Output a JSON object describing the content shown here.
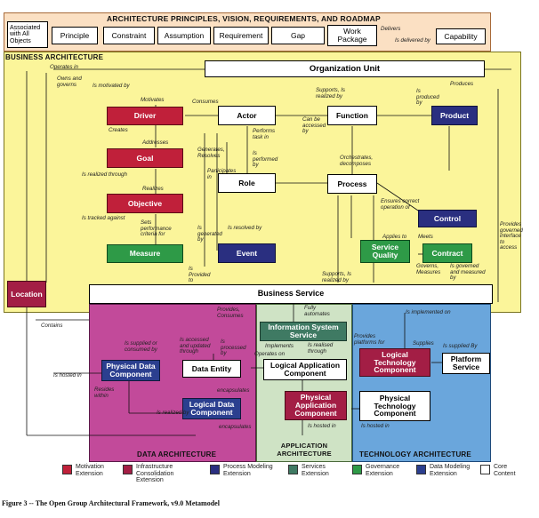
{
  "header": {
    "title": "ARCHITECTURE PRINCIPLES, VISION, REQUIREMENTS, AND ROADMAP",
    "assoc": "Associated with All Objects",
    "items": [
      "Principle",
      "Constraint",
      "Assumption",
      "Requirement",
      "Gap",
      "Work Package"
    ],
    "delivers": "Delivers",
    "delivered_by": "Is delivered by",
    "capability": "Capability"
  },
  "business": {
    "title": "BUSINESS ARCHITECTURE",
    "org_unit": "Organization Unit",
    "driver": "Driver",
    "goal": "Goal",
    "objective": "Objective",
    "measure": "Measure",
    "actor": "Actor",
    "function": "Function",
    "product": "Product",
    "role": "Role",
    "process": "Process",
    "event": "Event",
    "control": "Control",
    "service_quality": "Service Quality",
    "contract": "Contract",
    "business_service": "Business Service",
    "location": "Location"
  },
  "data_arch": {
    "title": "DATA ARCHITECTURE",
    "physical_data": "Physical Data Component",
    "data_entity": "Data Entity",
    "logical_data": "Logical Data Component"
  },
  "app_arch": {
    "title": "APPLICATION ARCHITECTURE",
    "info_system": "Information System Service",
    "logical_app": "Logical Application Component",
    "physical_app": "Physical Application Component"
  },
  "tech_arch": {
    "title": "TECHNOLOGY ARCHITECTURE",
    "logical_tech": "Logical Technology Component",
    "platform": "Platform Service",
    "physical_tech": "Physical Technology Component"
  },
  "labels": {
    "operates_in": "Operates in",
    "owns_governs": "Owns and governs",
    "motivated_by": "Is motivated by",
    "motivates": "Motivates",
    "creates": "Creates",
    "addresses": "Addresses",
    "realized_through": "Is realized through",
    "realizes": "Realizes",
    "tracked_against": "Is tracked against",
    "sets_perf": "Sets performance criteria for",
    "contains": "Contains",
    "consumes": "Consumes",
    "generates_resolves": "Generates, Resolves",
    "participates_in": "Participates in",
    "performs_task": "Performs task in",
    "is_performed_by": "Is performed by",
    "can_be_accessed_by": "Can be accessed by",
    "supports_realized": "Supports, Is realized by",
    "orchestrates": "Orchestrates, decomposes",
    "produces": "Produces",
    "is_produced_by": "Is produced by",
    "ensures": "Ensures correct operation of",
    "applies_to": "Applies to",
    "meets": "Meets",
    "governs": "Governs, Measures",
    "governed_by": "Is governed and measured by",
    "resolved_by": "Is resolved by",
    "provided_to": "Is Provided to",
    "is_generated_by": "Is generated by",
    "supports": "Supports, Is realized by",
    "provides_governed": "Provides governed interface to access",
    "provides_consumes": "Provides, Consumes",
    "supplied_consumed": "Is supplied or consumed by",
    "accessed_updated": "Is accessed and updated through",
    "processed_by": "Is processed by",
    "encapsulates": "encapsulates",
    "resides_within": "Resides within",
    "realized_by": "Is realized by",
    "hosted_in": "Is hosted in",
    "implemented_on": "Is implemented on",
    "provides_platforms": "Provides platforms for",
    "supplies": "Supplies",
    "supplied_by": "Is supplied By",
    "implements": "Implements",
    "fully_automates": "Fully automates",
    "realised_through": "Is realised through",
    "operates_on": "Operates on"
  },
  "legend": {
    "items": [
      {
        "label": "Motivation Extension",
        "color": "#c0203a"
      },
      {
        "label": "Infrastructure Consolidation Extension",
        "color": "#a31e45"
      },
      {
        "label": "Process Modeling Extension",
        "color": "#2a2f80"
      },
      {
        "label": "Services Extension",
        "color": "#3f7a63"
      },
      {
        "label": "Governance Extension",
        "color": "#2e9a47"
      },
      {
        "label": "Data Modeling Extension",
        "color": "#2b3f8f"
      },
      {
        "label": "Core Content",
        "color": "#ffffff"
      }
    ]
  },
  "caption": "Figure 3 -- The Open Group Architectural Framework, v9.0 Metamodel"
}
